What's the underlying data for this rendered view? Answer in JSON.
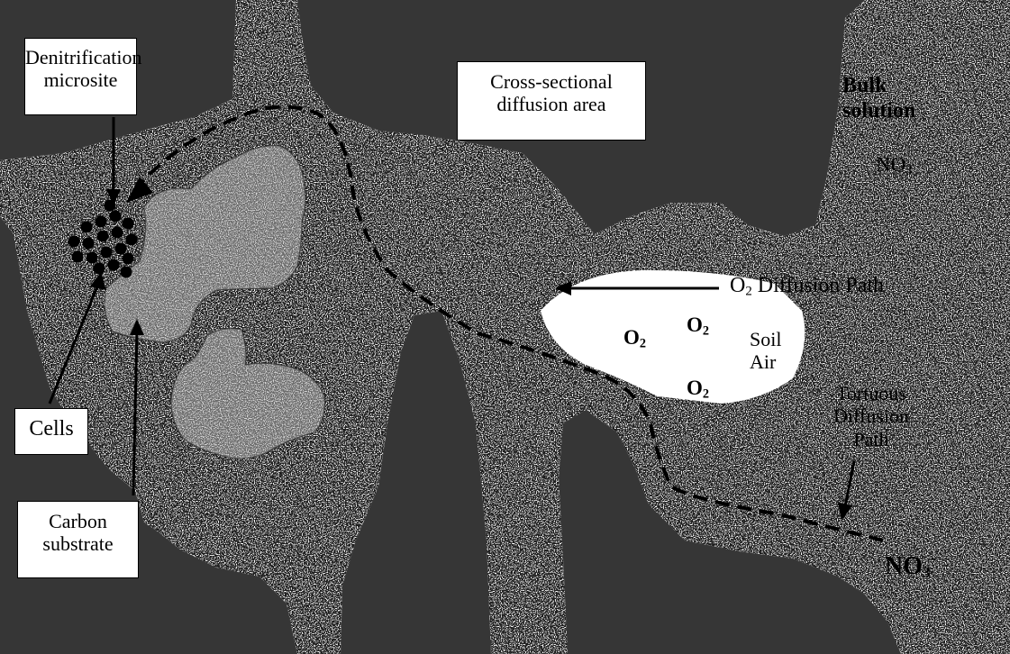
{
  "labels": {
    "denitrification_microsite": [
      "Denitrification",
      "microsite"
    ],
    "cross_sectional_area": [
      "Cross-sectional",
      "diffusion area"
    ],
    "bulk_solution": [
      "Bulk",
      "solution"
    ],
    "nitrate_base": "NO",
    "nitrate_subscript": "3",
    "nitrate_superscript": "-",
    "oxygen_base": "O",
    "oxygen_subscript": "2",
    "o2_path_label_rest": " Diffusion Path",
    "soil_air": [
      "Soil",
      "Air"
    ],
    "tortuous_path": [
      "Tortuous",
      "Diffusion",
      "Path"
    ],
    "cells": "Cells",
    "carbon_substrate": [
      "Carbon",
      "substrate"
    ]
  },
  "colors": {
    "soil_particle": "#363636",
    "water_film_stipple": "#1a1a1a",
    "substrate_stipple": "#6a6a6a",
    "cells": "#000000",
    "background": "#ffffff"
  }
}
